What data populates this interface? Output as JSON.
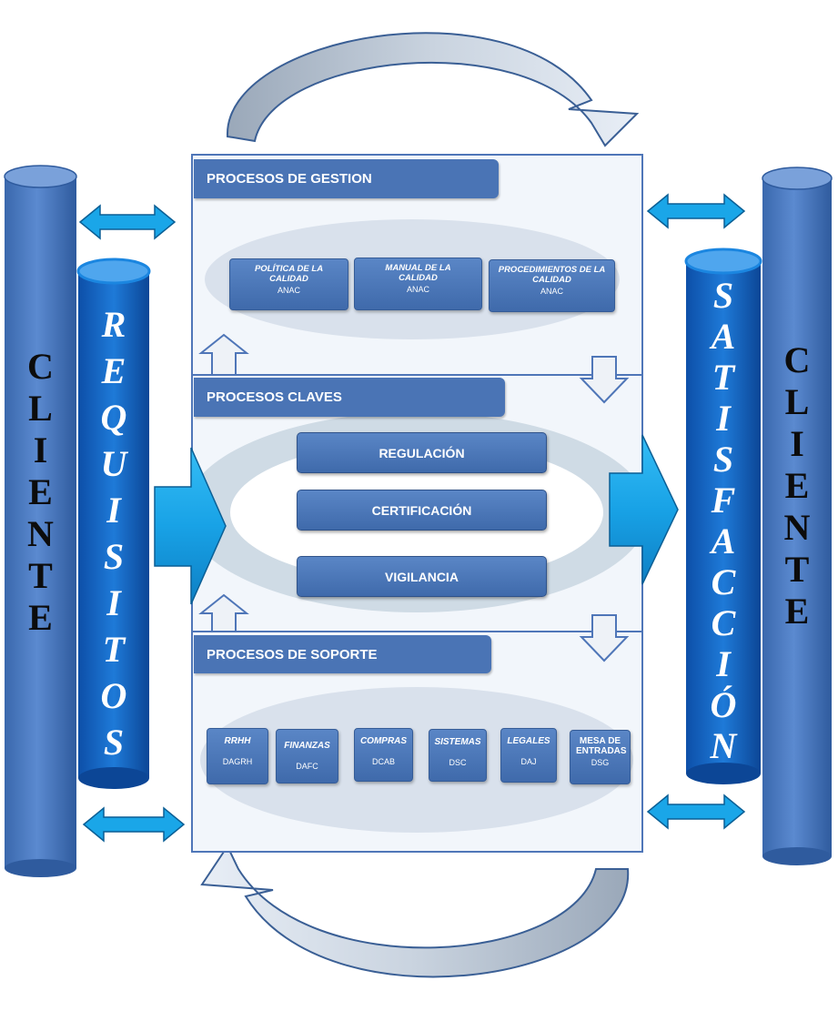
{
  "left_client": {
    "label": "CLIENTE"
  },
  "right_client": {
    "label": "CLIENTE"
  },
  "requirements": {
    "label": "REQUISITOS"
  },
  "satisfaction": {
    "label": "SATISFACCIÓN"
  },
  "management": {
    "header": "PROCESOS DE GESTION",
    "items": [
      {
        "title": "POLÍTICA DE LA CALIDAD",
        "owner": "ANAC"
      },
      {
        "title": "MANUAL DE LA CALIDAD",
        "owner": "ANAC"
      },
      {
        "title": "PROCEDIMIENTOS DE LA CALIDAD",
        "owner": "ANAC"
      }
    ]
  },
  "key": {
    "header": "PROCESOS CLAVES",
    "items": [
      "REGULACIÓN",
      "CERTIFICACIÓN",
      "VIGILANCIA"
    ]
  },
  "support": {
    "header": "PROCESOS DE SOPORTE",
    "items": [
      {
        "title": "RRHH",
        "owner": "DAGRH"
      },
      {
        "title": "FINANZAS",
        "owner": "DAFC"
      },
      {
        "title": "COMPRAS",
        "owner": "DCAB"
      },
      {
        "title": "SISTEMAS",
        "owner": "DSC"
      },
      {
        "title": "LEGALES",
        "owner": "DAJ"
      },
      {
        "title": "MESA DE ENTRADAS",
        "owner": "DSG"
      }
    ]
  },
  "colors": {
    "pillar": "#4f7ec0",
    "tube": "#1565c0",
    "arrow": "#1aa6e8",
    "header": "#4a74b5"
  }
}
